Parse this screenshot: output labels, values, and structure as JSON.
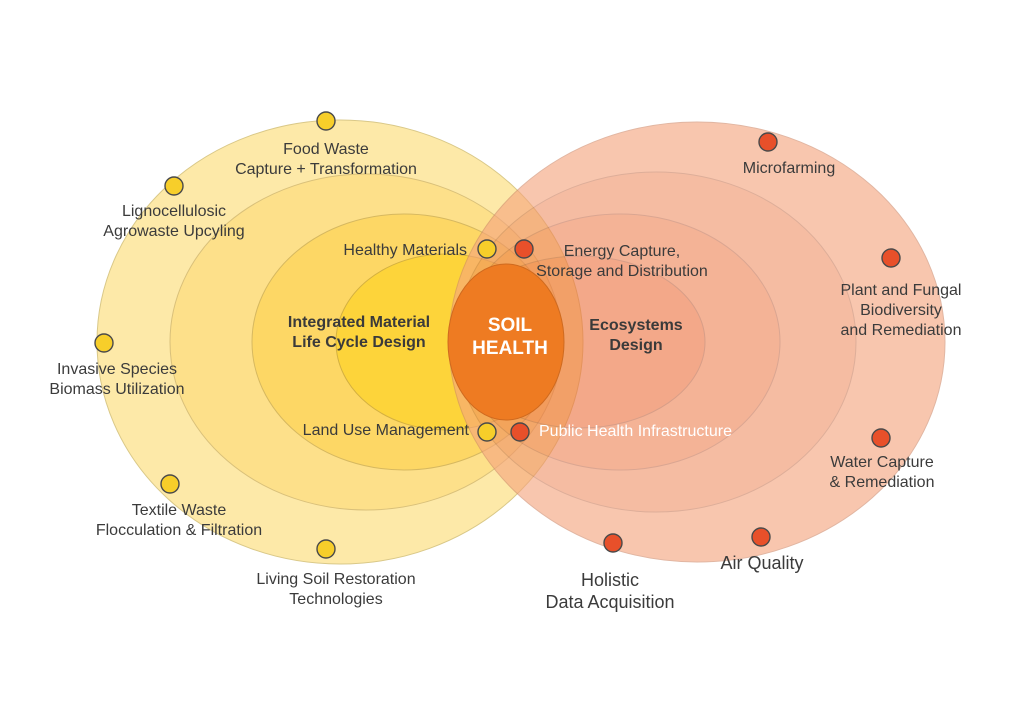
{
  "diagram": {
    "center": {
      "line1": "SOIL",
      "line2": "HEALTH"
    },
    "left_group": {
      "line1": "Integrated Material",
      "line2": "Life Cycle Design",
      "color": "#f5c400"
    },
    "right_group": {
      "line1": "Ecosystems",
      "line2": "Design",
      "color": "#e8501f"
    },
    "left_nodes": [
      {
        "line1": "Food Waste",
        "line2": "Capture + Transformation"
      },
      {
        "line1": "Lignocellulosic",
        "line2": "Agrowaste Upcyling"
      },
      {
        "line1": "Invasive Species",
        "line2": "Biomass Utilization"
      },
      {
        "line1": "Textile Waste",
        "line2": "Flocculation & Filtration"
      },
      {
        "line1": "Living Soil Restoration",
        "line2": "Technologies"
      },
      {
        "line1": "Healthy Materials"
      },
      {
        "line1": "Land Use Management"
      }
    ],
    "right_nodes": [
      {
        "line1": "Microfarming"
      },
      {
        "line1": "Plant and Fungal",
        "line2": "Biodiversity",
        "line3": "and Remediation"
      },
      {
        "line1": "Water Capture",
        "line2": "& Remediation"
      },
      {
        "line1": "Air Quality"
      },
      {
        "line1": "Holistic",
        "line2": "Data Acquisition"
      },
      {
        "line1": "Energy Capture,",
        "line2": "Storage and Distribution"
      },
      {
        "line1": "Public Health Infrastructure"
      }
    ]
  }
}
